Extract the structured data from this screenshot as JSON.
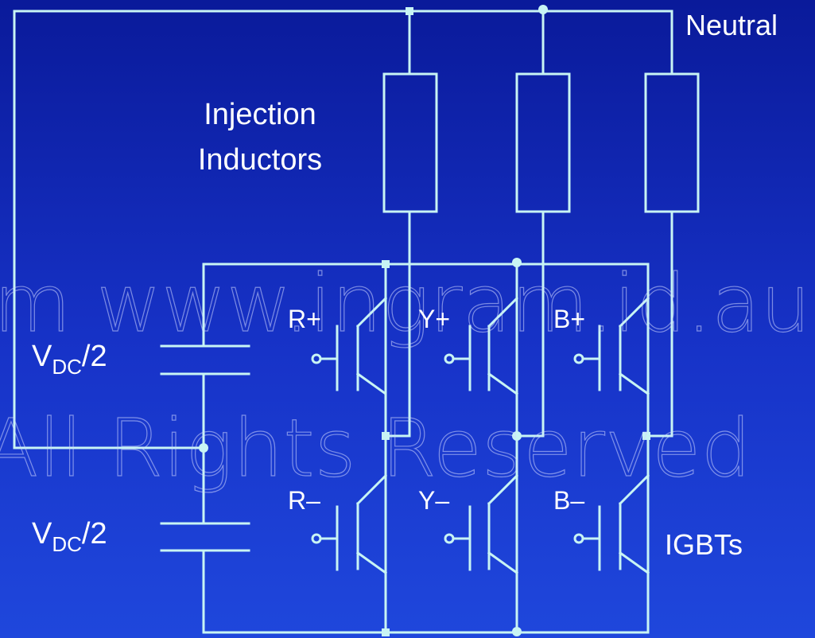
{
  "labels": {
    "neutral": "Neutral",
    "injection_line1": "Injection",
    "injection_line2": "Inductors",
    "igbts": "IGBTs"
  },
  "dc_source": {
    "v_main": "V",
    "v_sub": "DC",
    "v_tail": "/2"
  },
  "switches": {
    "r_plus": "R+",
    "y_plus": "Y+",
    "b_plus": "B+",
    "r_minus": "R–",
    "y_minus": "Y–",
    "b_minus": "B–"
  },
  "watermark": {
    "line1": "m www.ingram.id.au",
    "line2": "All Rights Reserved"
  },
  "colors": {
    "wire": "#c8f4f4",
    "text": "#ffffff",
    "background_top": "#0a1a9a",
    "background_bottom": "#1f47dc"
  }
}
